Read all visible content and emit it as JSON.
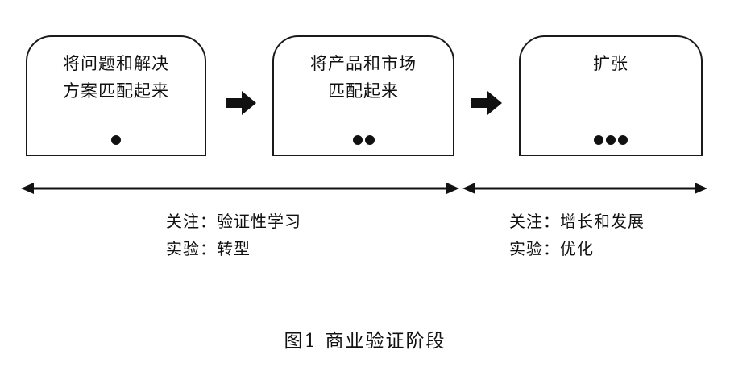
{
  "stages": [
    {
      "label": "将问题和解决方案匹配起来",
      "dots": 1
    },
    {
      "label": "将产品和市场匹配起来",
      "dots": 2
    },
    {
      "label": "扩张",
      "dots": 3
    }
  ],
  "phases": [
    {
      "focus": "关注：验证性学习",
      "experiment": "实验：转型"
    },
    {
      "focus": "关注：增长和发展",
      "experiment": "实验：优化"
    }
  ],
  "caption": "图1 商业验证阶段",
  "colors": {
    "ink": "#111111",
    "background": "#ffffff"
  },
  "icons": [
    "right-arrow-icon",
    "double-headed-arrow"
  ]
}
